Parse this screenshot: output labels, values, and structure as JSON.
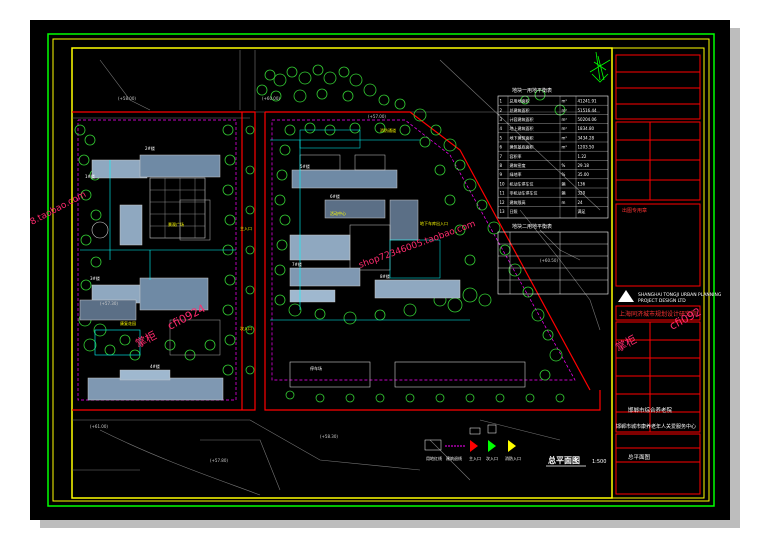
{
  "table1": {
    "title": "地块一用地平衡表",
    "rows": [
      [
        "1",
        "总用地面积",
        "m²",
        "41241.91"
      ],
      [
        "2",
        "总建筑面积",
        "m²",
        "51516.44"
      ],
      [
        "3",
        "计容建筑面积",
        "m²",
        "50204.06"
      ],
      [
        "4",
        "地上建筑面积",
        "m²",
        "1834.80"
      ],
      [
        "5",
        "地下建筑面积",
        "m²",
        "3434.28"
      ],
      [
        "6",
        "建筑基底面积",
        "m²",
        "1203.50"
      ],
      [
        "7",
        "容积率",
        "",
        "1.22"
      ],
      [
        "8",
        "建筑密度",
        "%",
        "29.18"
      ],
      [
        "9",
        "绿地率",
        "%",
        "35.00"
      ],
      [
        "10",
        "机动车停车位",
        "辆",
        "136"
      ],
      [
        "11",
        "非机动车停车位",
        "辆",
        "320"
      ],
      [
        "12",
        "建筑限高",
        "m",
        "24"
      ],
      [
        "13",
        "日照",
        "",
        "满足"
      ]
    ]
  },
  "table2": {
    "title": "地块二用地平衡表"
  },
  "title_block": {
    "company_cn": "上海同济城市规划设计研究院",
    "company_en_1": "SHANGHAI TONGJI URBAN PLANNING",
    "company_en_2": "PROJECT DESIGN LTD",
    "project_1": "邯郸市综合养老院",
    "project_2": "邯郸市城市康养老年人关爱服务中心",
    "drawing_name": "总平面图",
    "stamp": "出图专用章"
  },
  "plan": {
    "title": "总平面图",
    "scale": "1:500",
    "elevations": [
      "(+58.00)",
      "(+60.00)",
      "(+57.00)",
      "(+61.00)",
      "(+57.80)",
      "(+58.30)",
      "(+60.50)",
      "(+57.30)"
    ],
    "buildings": [
      "1#楼",
      "2#楼",
      "3#楼",
      "4#楼",
      "5#楼",
      "6#楼",
      "7#楼",
      "8#楼"
    ],
    "labels": [
      "主入口",
      "次入口",
      "消防通道",
      "地下车库出入口",
      "景观广场",
      "康复花园",
      "活动中心",
      "停车场"
    ]
  },
  "legend": {
    "items": [
      "用地红线",
      "建筑退线",
      "主入口",
      "次入口",
      "消防入口"
    ]
  },
  "watermarks": [
    "8.taobao.com",
    "shop72346005.taobao.com",
    "掌柜",
    "cfi0924",
    "掌柜",
    "cfi092"
  ],
  "colors": {
    "background": "#000000",
    "frame_yellow": "#ffff00",
    "frame_green": "#00ff00",
    "red_line": "#ff0000",
    "cyan": "#00ffff",
    "magenta": "#ff00ff",
    "tree_green": "#33cc33",
    "building": "#8fa8c0"
  }
}
